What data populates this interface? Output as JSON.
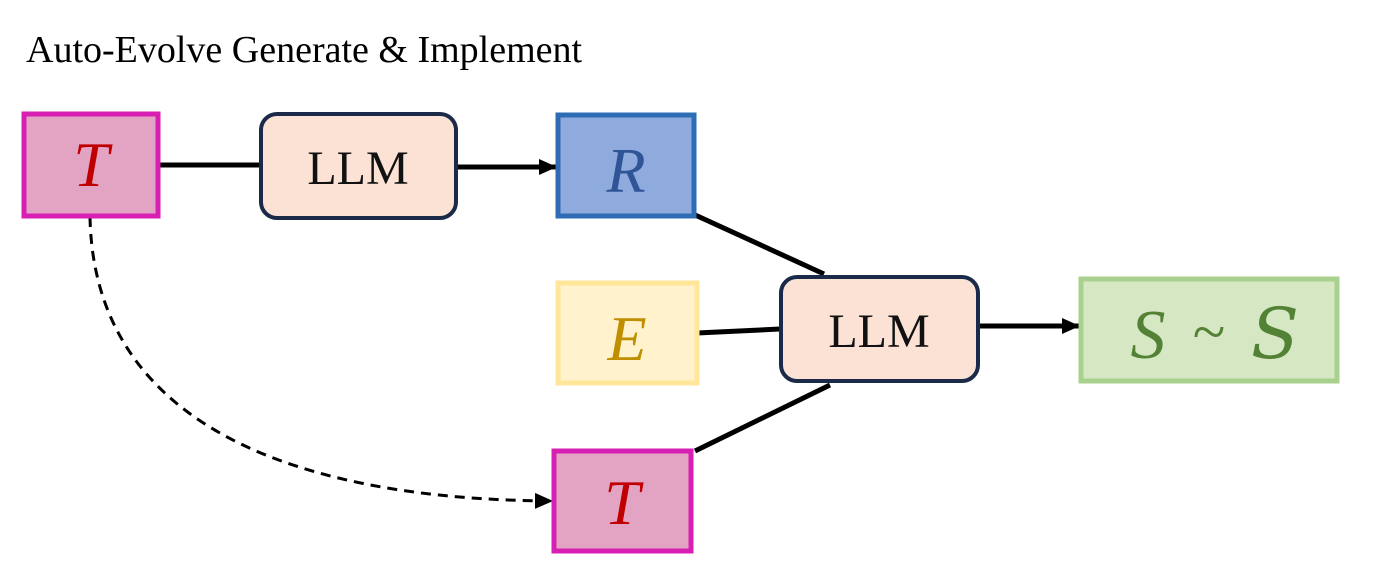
{
  "title": "Auto-Evolve Generate & Implement",
  "nodes": {
    "t_top": {
      "label": "T",
      "fill": "#e3a4c4",
      "border": "#d81fb4",
      "text_color": "#c00000"
    },
    "llm_top": {
      "label": "LLM",
      "fill": "#fbe2d4",
      "border": "#1a2a48"
    },
    "r": {
      "label": "R",
      "fill": "#8faadc",
      "border": "#2e6db4",
      "text_color": "#2f5597"
    },
    "e": {
      "label": "E",
      "fill": "#fff2cc",
      "border": "#ffe699",
      "text_color": "#bf8f00"
    },
    "llm_mid": {
      "label": "LLM",
      "fill": "#fbe2d4",
      "border": "#1a2a48"
    },
    "s": {
      "symbol": "S",
      "relation": "~",
      "space": "S",
      "fill": "#d5e8c3",
      "border": "#a9d18e",
      "text_color": "#538135"
    },
    "t_bottom": {
      "label": "T",
      "fill": "#e3a4c4",
      "border": "#d81fb4",
      "text_color": "#c00000"
    }
  },
  "edges": [
    {
      "from": "t_top",
      "to": "llm_top",
      "style": "solid",
      "arrow": false
    },
    {
      "from": "llm_top",
      "to": "r",
      "style": "solid",
      "arrow": true
    },
    {
      "from": "r",
      "to": "llm_mid",
      "style": "solid",
      "arrow": false
    },
    {
      "from": "e",
      "to": "llm_mid",
      "style": "solid",
      "arrow": false
    },
    {
      "from": "t_bottom",
      "to": "llm_mid",
      "style": "solid",
      "arrow": false
    },
    {
      "from": "llm_mid",
      "to": "s",
      "style": "solid",
      "arrow": true
    },
    {
      "from": "t_top",
      "to": "t_bottom",
      "style": "dashed",
      "arrow": true
    }
  ]
}
